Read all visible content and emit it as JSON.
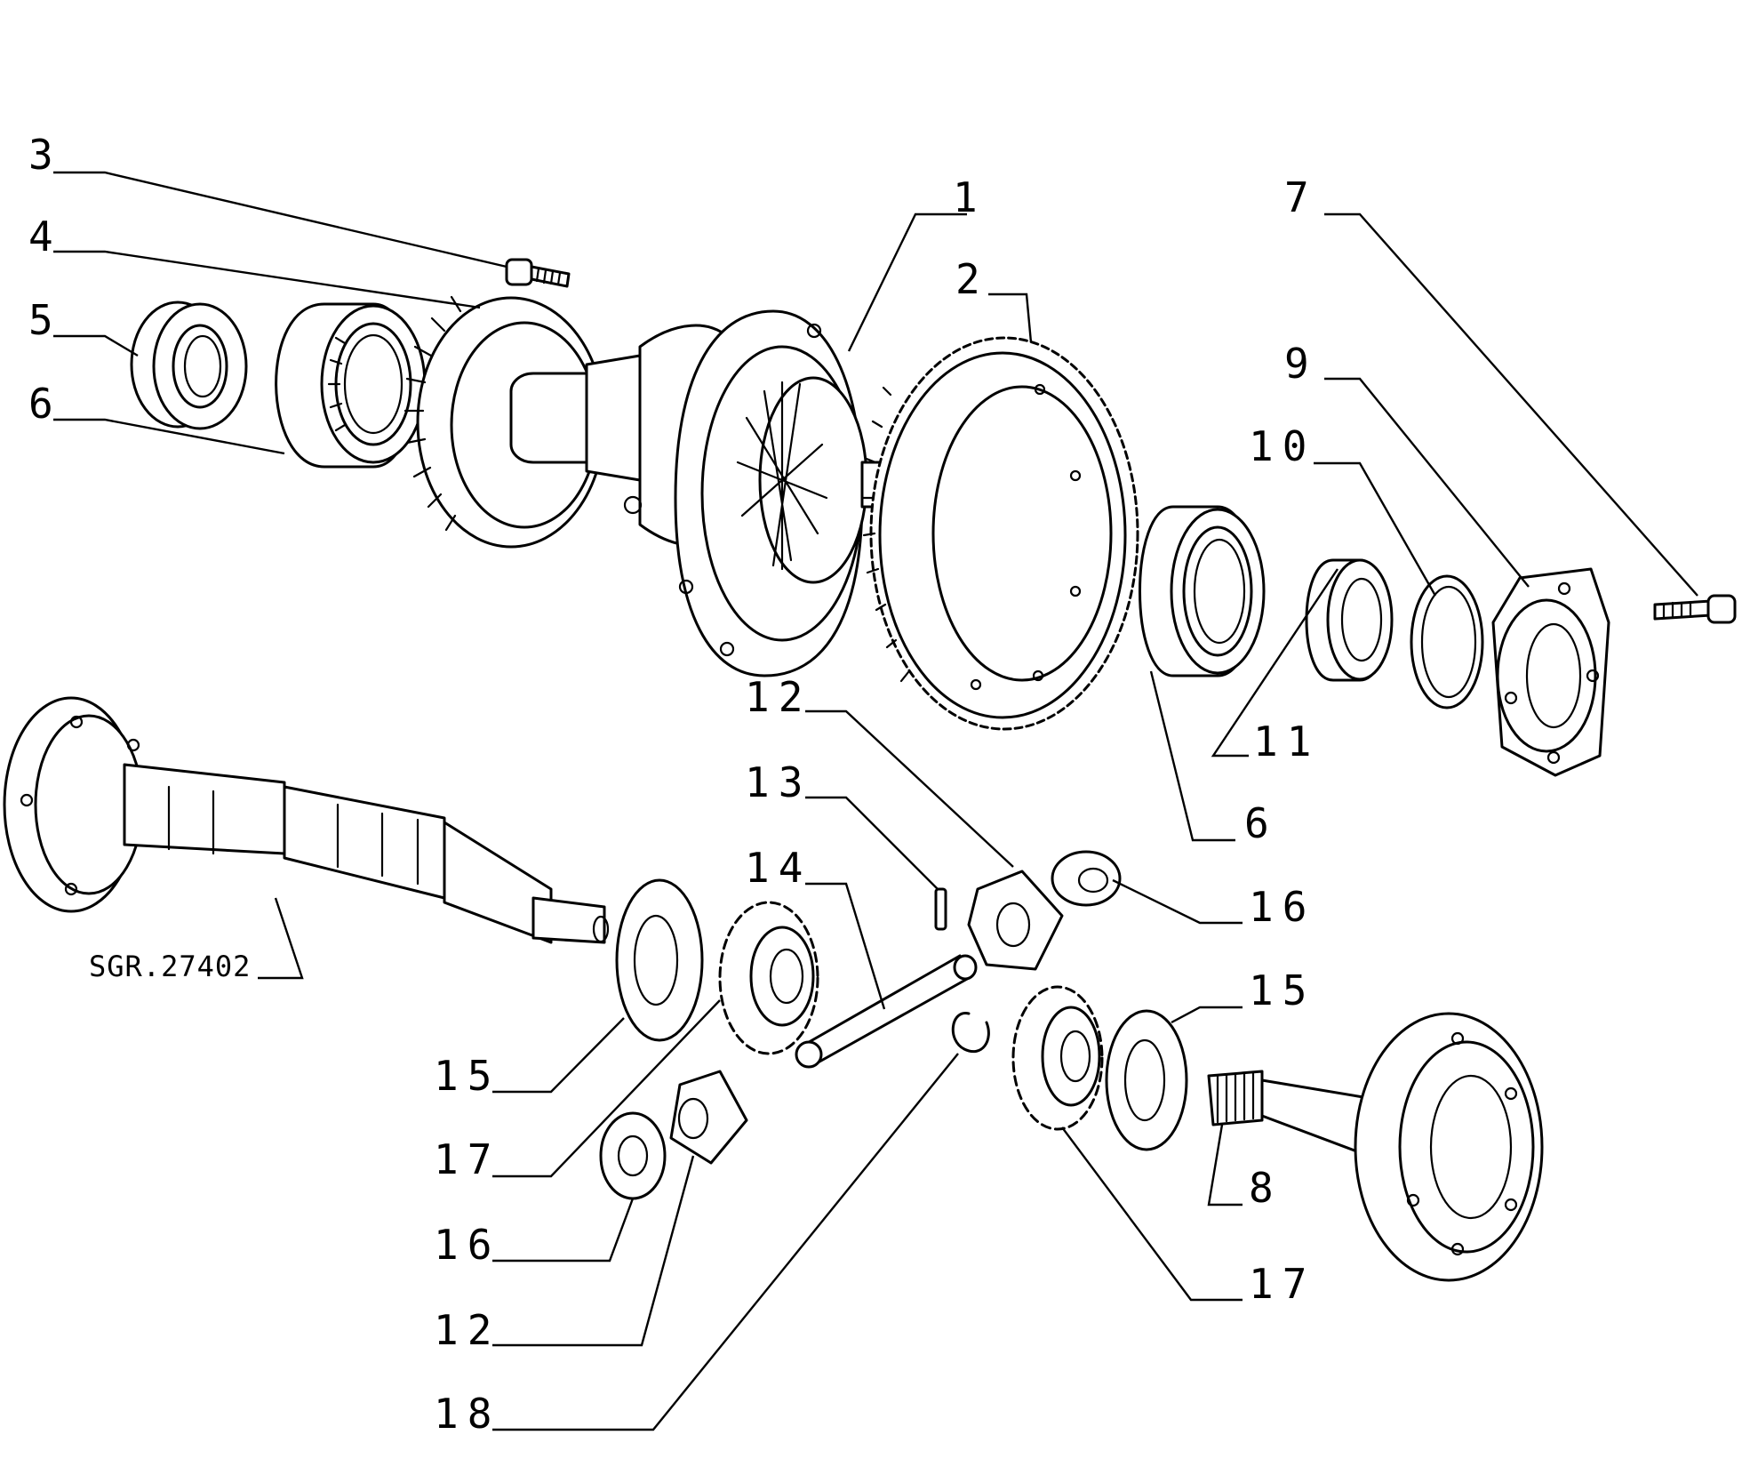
{
  "diagram": {
    "reference_code": "SGR.27402",
    "callouts": {
      "c1": "1",
      "c2": "2",
      "c3": "3",
      "c4": "4",
      "c5": "5",
      "c6a": "6",
      "c6b": "6",
      "c7": "7",
      "c8": "8",
      "c9": "9",
      "c10": "10",
      "c11": "11",
      "c12a": "12",
      "c12b": "12",
      "c13": "13",
      "c14": "14",
      "c15a": "15",
      "c15b": "15",
      "c16a": "16",
      "c16b": "16",
      "c17a": "17",
      "c17b": "17",
      "c18": "18"
    }
  }
}
